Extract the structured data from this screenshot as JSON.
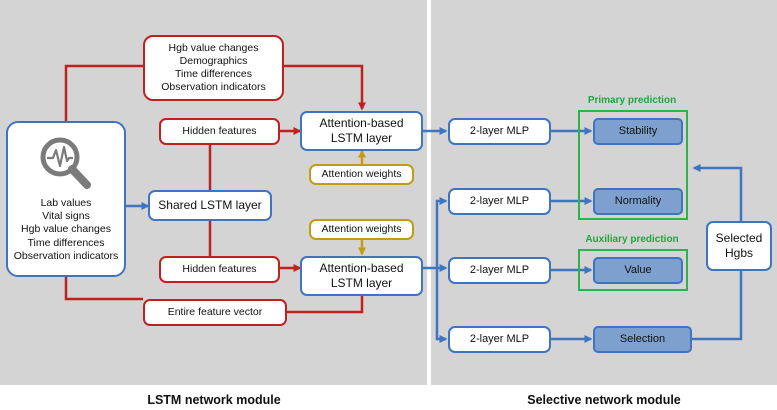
{
  "colors": {
    "red": "#c0201e",
    "blue": "#3f74bf",
    "gold": "#c59a16",
    "green": "#2eb24a",
    "panel": "#d4d4d4",
    "output_fill": "#7da0cf"
  },
  "input_box": {
    "icon": "magnifier-pulse-icon",
    "lines": [
      "Lab values",
      "Vital signs",
      "Hgb value changes",
      "Time differences",
      "Observation indicators"
    ]
  },
  "top_feature_box": {
    "lines": [
      "Hgb value changes",
      "Demographics",
      "Time differences",
      "Observation indicators"
    ]
  },
  "shared_lstm": "Shared LSTM layer",
  "hidden_features_top": "Hidden features",
  "hidden_features_bottom": "Hidden features",
  "entire_feature_vector": "Entire feature vector",
  "attention_weights_top": "Attention weights",
  "attention_weights_bottom": "Attention weights",
  "attention_lstm_top": [
    "Attention-based",
    "LSTM layer"
  ],
  "attention_lstm_bottom": [
    "Attention-based",
    "LSTM layer"
  ],
  "mlps": [
    "2-layer MLP",
    "2-layer MLP",
    "2-layer MLP",
    "2-layer MLP"
  ],
  "outputs": {
    "stability": "Stability",
    "normality": "Normality",
    "value": "Value",
    "selection": "Selection"
  },
  "primary_prediction": "Primary prediction",
  "auxiliary_prediction": "Auxiliary prediction",
  "selected_hgbs": [
    "Selected",
    "Hgbs"
  ],
  "captions": {
    "left": "LSTM network module",
    "right": "Selective network module"
  }
}
